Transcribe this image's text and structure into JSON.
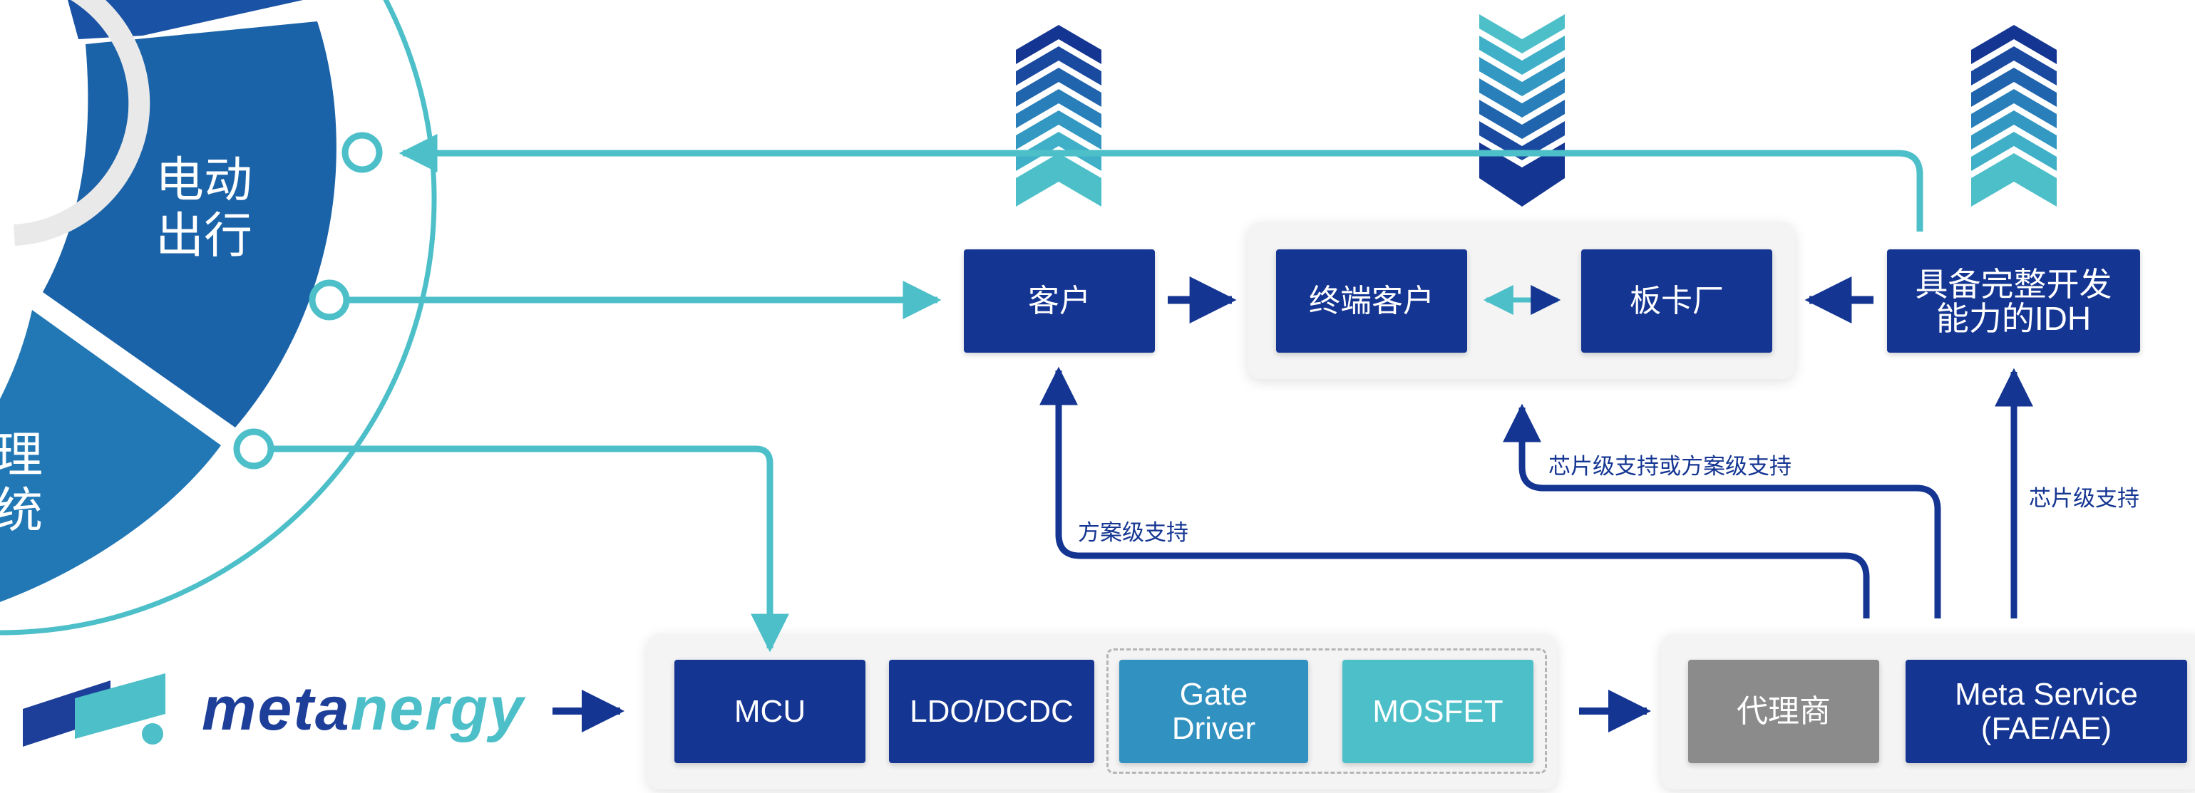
{
  "wheel": {
    "segments": [
      {
        "label": "电动\n出行"
      },
      {
        "label": "理\n统"
      }
    ]
  },
  "nodes": {
    "customer": "客户",
    "end_customer": "终端客户",
    "board_maker": "板卡厂",
    "idh": "具备完整开发\n能力的IDH",
    "mcu": "MCU",
    "ldo_dcdc": "LDO/DCDC",
    "gate_driver": "Gate\nDriver",
    "mosfet": "MOSFET",
    "agent": "代理商",
    "meta_service": "Meta Service\n(FAE/AE)"
  },
  "edge_labels": {
    "solution_support": "方案级支持",
    "chip_or_solution_support": "芯片级支持或方案级支持",
    "chip_support": "芯片级支持"
  },
  "logo": {
    "part1": "meta",
    "part2": "nergy"
  },
  "colors": {
    "navy": "#143592",
    "blue": "#3191c0",
    "teal": "#4dbfc9",
    "grey": "#8b8b8b",
    "wheel_main": "#1b63a8"
  }
}
